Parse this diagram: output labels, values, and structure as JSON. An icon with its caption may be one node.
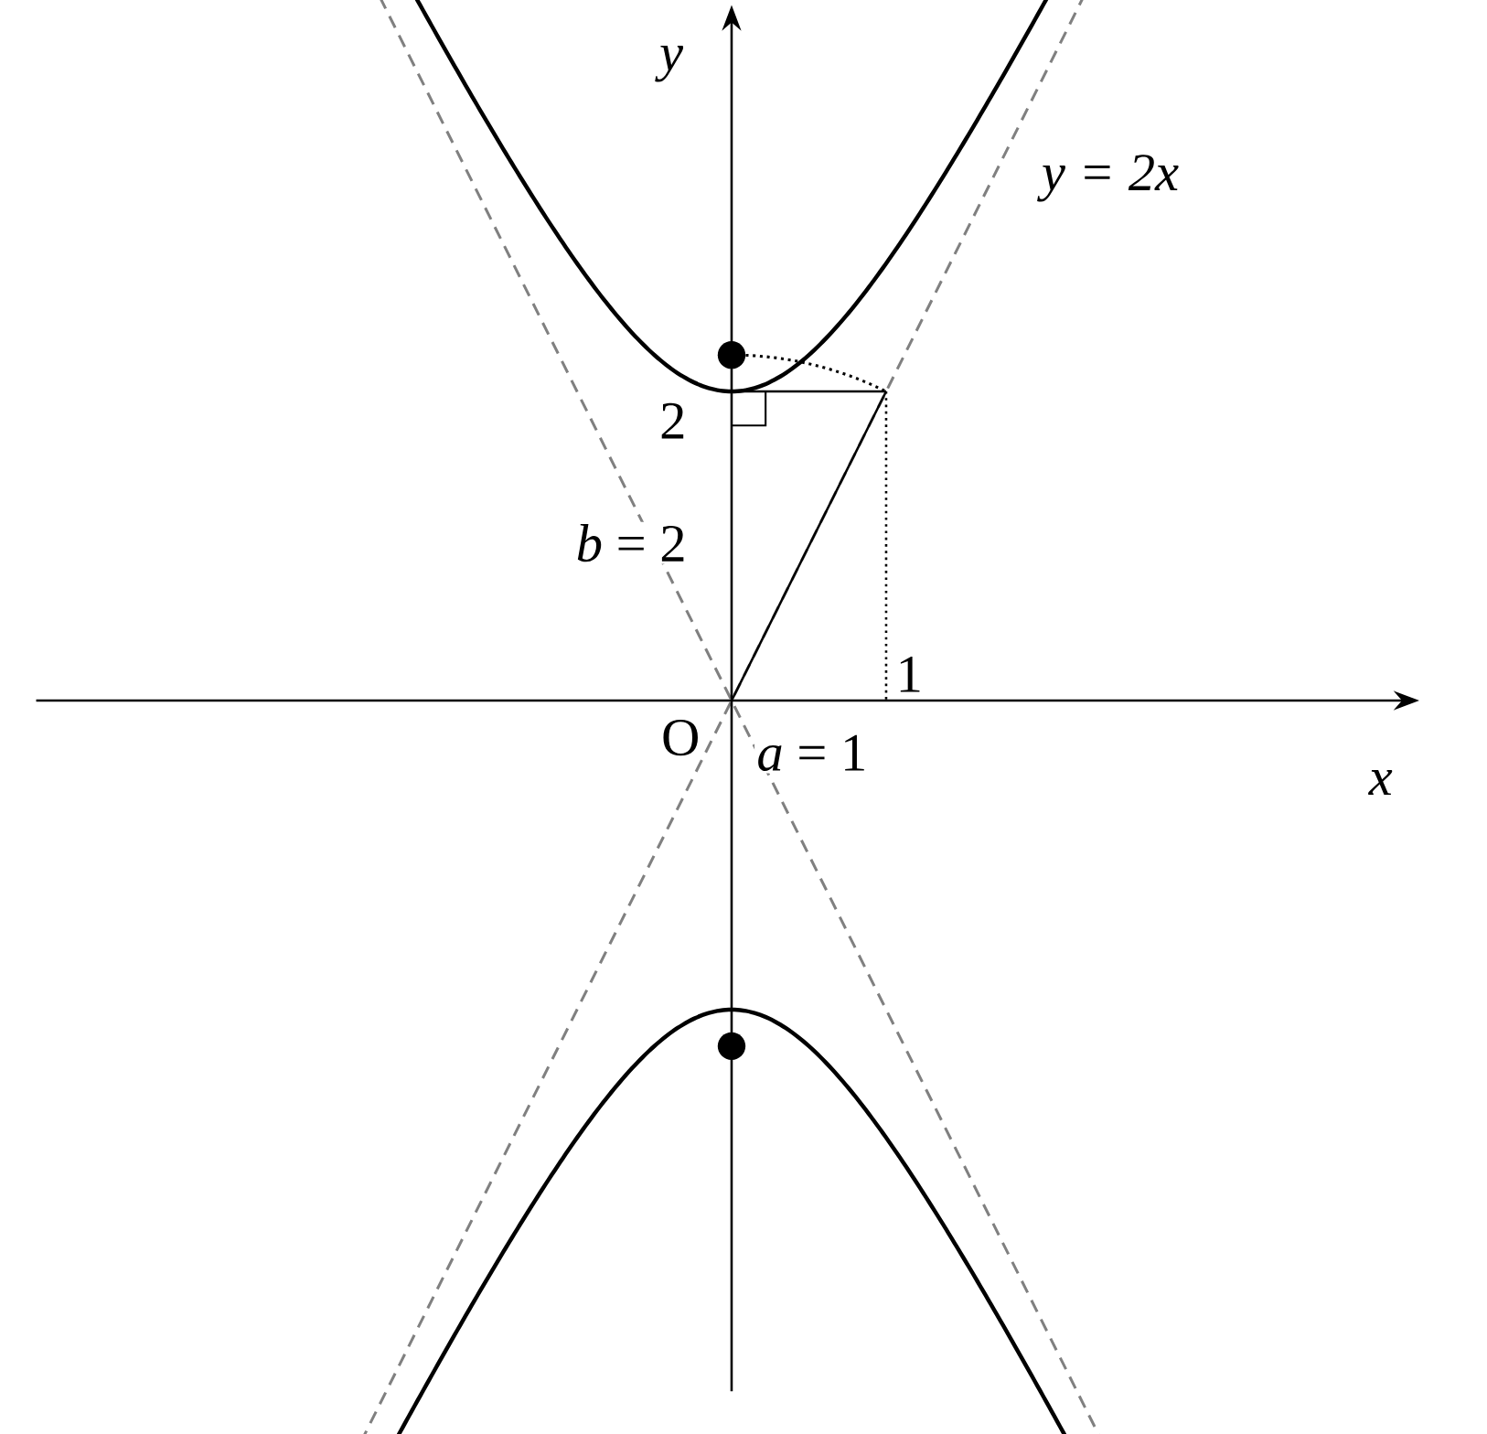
{
  "diagram": {
    "labels": [
      "y",
      "y = 2x",
      "2",
      "*b* = 2",
      "1",
      "O",
      "*a* = 1",
      "x"
    ]
  }
}
